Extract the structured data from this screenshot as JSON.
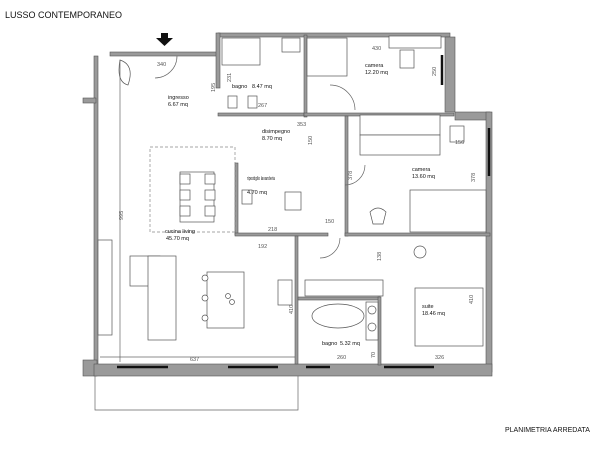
{
  "header": {
    "title": "LUSSO CONTEMPORANEO"
  },
  "footer": {
    "caption": "PLANIMETRIA ARREDATA"
  },
  "rooms": [
    {
      "name": "ingresso",
      "area": "6.67 mq"
    },
    {
      "name": "bagno",
      "area": "8.47 mq"
    },
    {
      "name": "camera",
      "area": "12.20 mq"
    },
    {
      "name": "disimpegno",
      "area": "8.70 mq"
    },
    {
      "name": "ripostiglio lavanderia",
      "area": "4.70 mq"
    },
    {
      "name": "camera",
      "area": "13.60 mq"
    },
    {
      "name": "cucina living",
      "area": "45.70 mq"
    },
    {
      "name": "suite",
      "area": "18.46 mq"
    },
    {
      "name": "bagno",
      "area": "5.32 mq"
    }
  ],
  "dimensions": [
    "340",
    "195",
    "231",
    "267",
    "353",
    "430",
    "250",
    "150",
    "156",
    "378",
    "378",
    "150",
    "218",
    "192",
    "995",
    "138",
    "410",
    "637",
    "260",
    "70",
    "326",
    "410"
  ]
}
